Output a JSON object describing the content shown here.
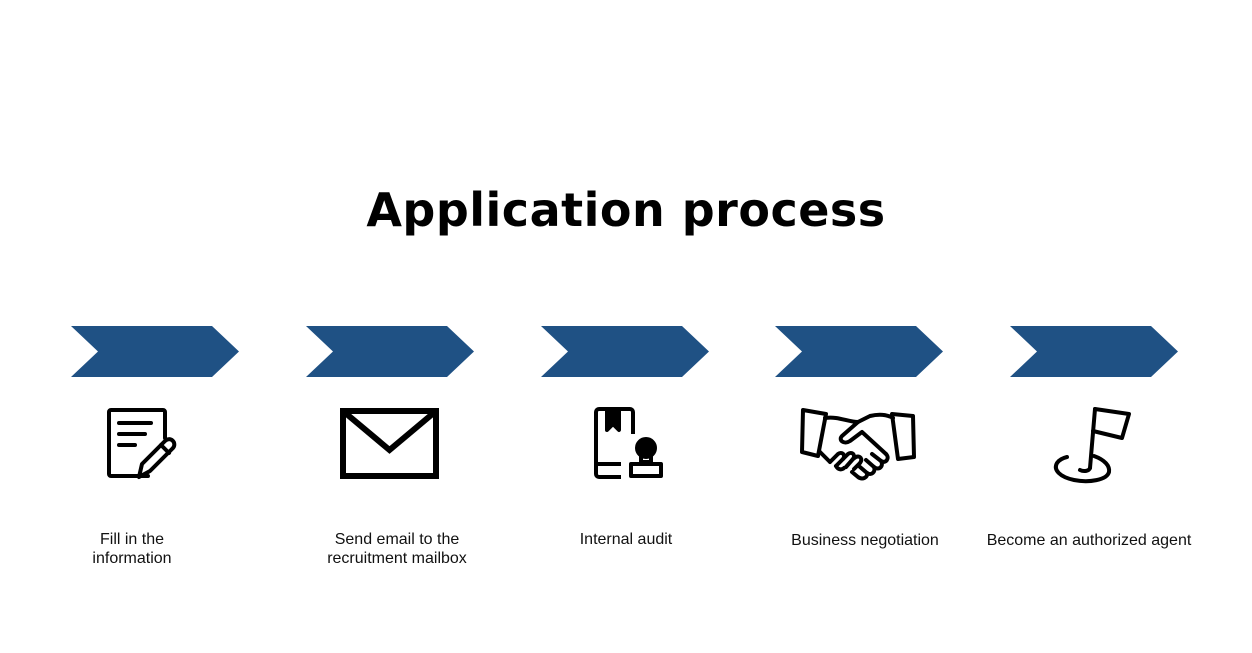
{
  "title": "Application process",
  "colors": {
    "chevron": "#1f5184",
    "icon": "#000000",
    "background": "#ffffff"
  },
  "steps": [
    {
      "label": "Fill in the\ninformation",
      "icon": "document-pen-icon"
    },
    {
      "label": "Send email to the\nrecruitment mailbox",
      "icon": "envelope-icon"
    },
    {
      "label": "Internal audit",
      "icon": "certificate-book-icon"
    },
    {
      "label": "Business negotiation",
      "icon": "handshake-icon"
    },
    {
      "label": "Become an authorized agent",
      "icon": "flag-target-icon"
    }
  ]
}
